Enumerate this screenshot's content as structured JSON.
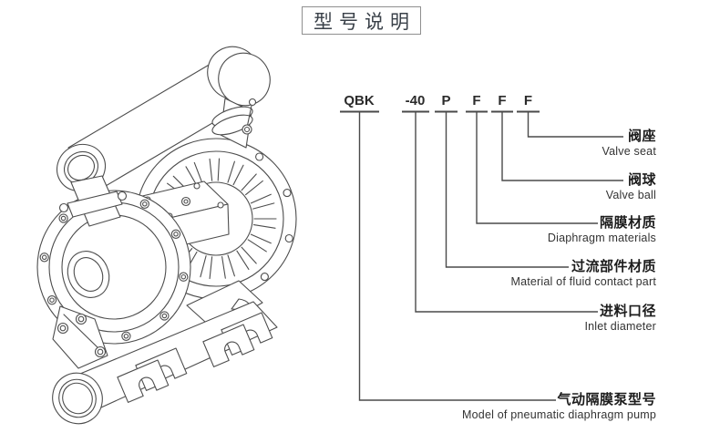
{
  "title": {
    "text": "型号说明"
  },
  "model_code": {
    "full_code": "QBK-40PFFF",
    "segments": [
      {
        "code": "QBK",
        "label_zh": "气动隔膜泵型号",
        "label_en": "Model of pneumatic diaphragm pump"
      },
      {
        "code": "-40",
        "label_zh": "进料口径",
        "label_en": "Inlet diameter"
      },
      {
        "code": "P",
        "label_zh": "过流部件材质",
        "label_en": "Material of fluid contact part"
      },
      {
        "code": "F",
        "label_zh": "隔膜材质",
        "label_en": "Diaphragm materials"
      },
      {
        "code": "F",
        "label_zh": "阀球",
        "label_en": "Valve ball"
      },
      {
        "code": "F",
        "label_zh": "阀座",
        "label_en": "Valve seat"
      }
    ]
  },
  "illustration": {
    "name": "pneumatic-diaphragm-pump-isometric-line-drawing"
  },
  "colors": {
    "background": "#ffffff",
    "drawing_line": "#4d4d4d",
    "leader_line": "#4a4a4a",
    "text_primary": "#1c1c1c",
    "text_secondary": "#333333",
    "title_text": "#3a4149",
    "title_border": "#8f8f8f"
  }
}
